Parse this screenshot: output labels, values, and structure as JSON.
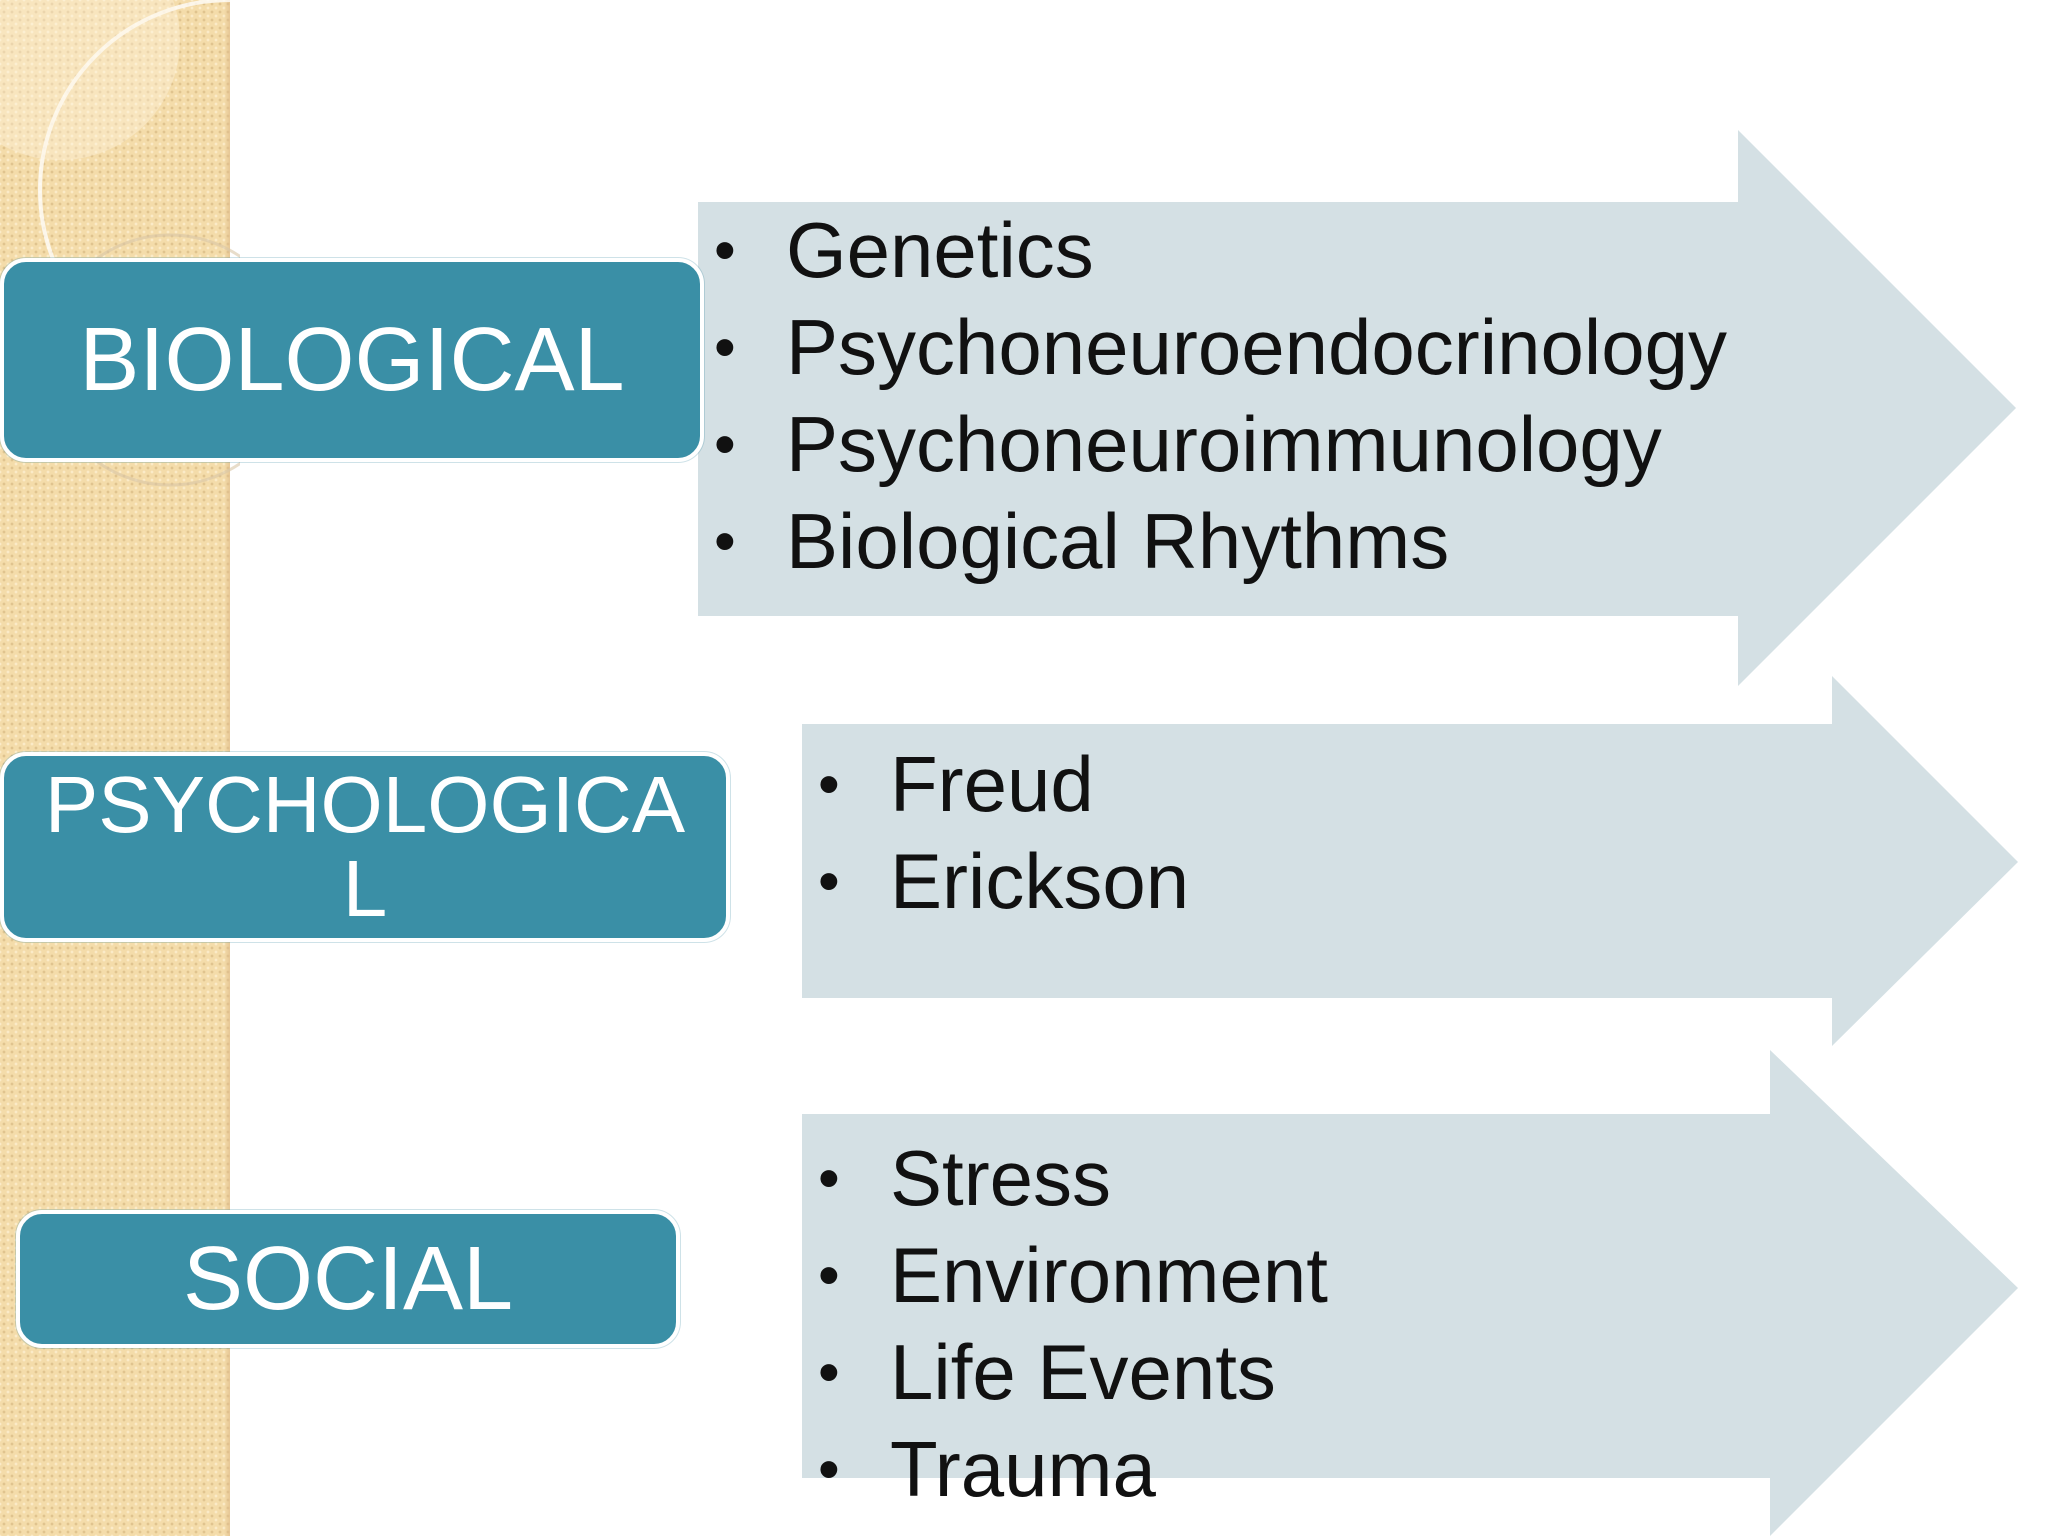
{
  "colors": {
    "label_fill": "#3a8fa6",
    "arrow_fill": "#d4e0e4",
    "side_band": "#f4dcaa",
    "text": "#111111"
  },
  "rows": [
    {
      "label": "BIOLOGICAL",
      "items": [
        "Genetics",
        "Psychoneuroendocrinology",
        "Psychoneuroimmunology",
        "Biological Rhythms"
      ]
    },
    {
      "label": "PSYCHOLOGICAL",
      "items": [
        "Freud",
        "Erickson"
      ]
    },
    {
      "label": "SOCIAL",
      "items": [
        "Stress",
        "Environment",
        "Life Events",
        "Trauma"
      ]
    }
  ]
}
